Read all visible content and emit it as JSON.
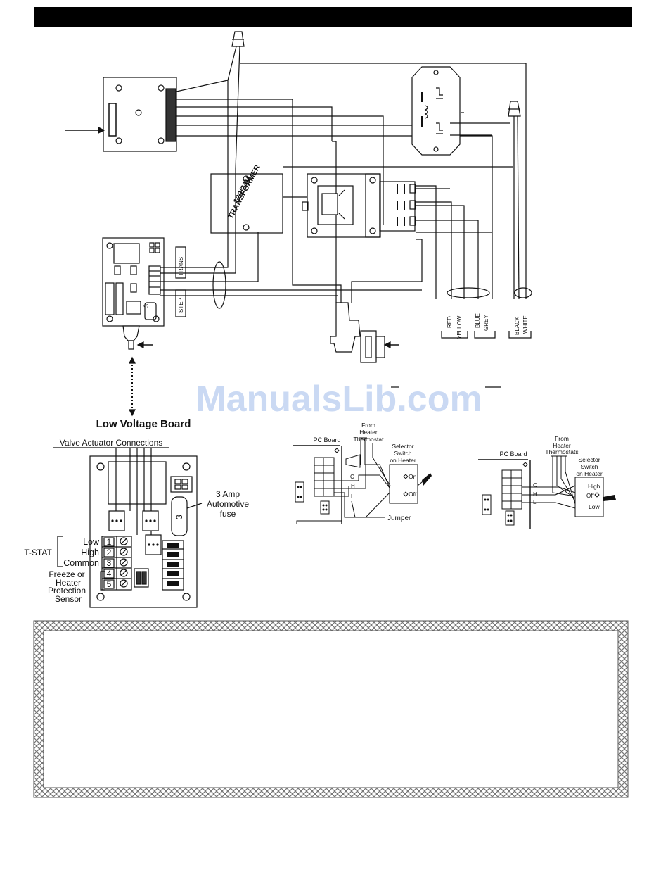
{
  "watermark": "ManualsLib.com",
  "wiring": {
    "transformer_label_1": "120/24V.",
    "transformer_label_2": "TRANSFORMER",
    "trans_tag": "TRANS",
    "step_tag": "STEP",
    "fuse_digit": "3",
    "wire_red": "RED",
    "wire_yellow": "YELLOW",
    "wire_blue": "BLUE",
    "wire_grey": "GREY",
    "wire_black": "BLACK",
    "wire_white": "WHITE"
  },
  "low_voltage_board": {
    "title": "Low Voltage Board",
    "valve_connections": "Valve Actuator Connections",
    "fuse_line1": "3 Amp",
    "fuse_line2": "Automotive",
    "fuse_line3": "fuse",
    "fuse_digit": "3",
    "tstat": "T-STAT",
    "terminals": [
      {
        "num": "1",
        "label": "Low"
      },
      {
        "num": "2",
        "label": "High"
      },
      {
        "num": "3",
        "label": "Common"
      },
      {
        "num": "4",
        "label": ""
      },
      {
        "num": "5",
        "label": ""
      }
    ],
    "sensor_line1": "Freeze or",
    "sensor_line2": "Heater",
    "sensor_line3": "Protection",
    "sensor_line4": "Sensor"
  },
  "mid_diagram": {
    "pc_board": "PC Board",
    "from1": "From",
    "from2": "Heater",
    "from3": "Thermostat",
    "sel1": "Selector",
    "sel2": "Switch",
    "sel3": "on Heater",
    "on": "On",
    "off": "Off",
    "c": "C",
    "h": "H",
    "l": "L",
    "jumper": "Jumper"
  },
  "right_diagram": {
    "pc_board": "PC Board",
    "from1": "From",
    "from2": "Heater",
    "from3": "Thermostats",
    "sel1": "Selector",
    "sel2": "Switch",
    "sel3": "on Heater",
    "high": "High",
    "off": "Off",
    "low": "Low",
    "c": "C",
    "h": "H",
    "l": "L"
  }
}
